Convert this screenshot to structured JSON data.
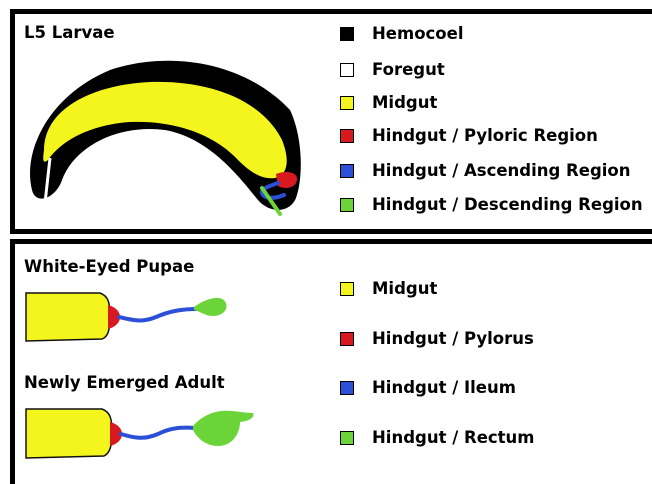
{
  "top_panel": {
    "title": "L5 Larvae",
    "legend": [
      {
        "label": "Hemocoel",
        "color": "#000000"
      },
      {
        "label": "Foregut",
        "color": "#ffffff"
      },
      {
        "label": "Midgut",
        "color": "#f5f51e"
      },
      {
        "label": "Hindgut / Pyloric Region",
        "color": "#d71920"
      },
      {
        "label": "Hindgut / Ascending Region",
        "color": "#2b4fd6"
      },
      {
        "label": "Hindgut / Descending Region",
        "color": "#6bd438"
      }
    ]
  },
  "bottom_panel": {
    "pupae_title": "White-Eyed Pupae",
    "adult_title": "Newly Emerged Adult",
    "legend": [
      {
        "label": "Midgut",
        "color": "#f5f51e"
      },
      {
        "label": "Hindgut / Pylorus",
        "color": "#d71920"
      },
      {
        "label": "Hindgut / Ileum",
        "color": "#2b4fd6"
      },
      {
        "label": "Hindgut / Rectum",
        "color": "#6bd438"
      }
    ]
  }
}
